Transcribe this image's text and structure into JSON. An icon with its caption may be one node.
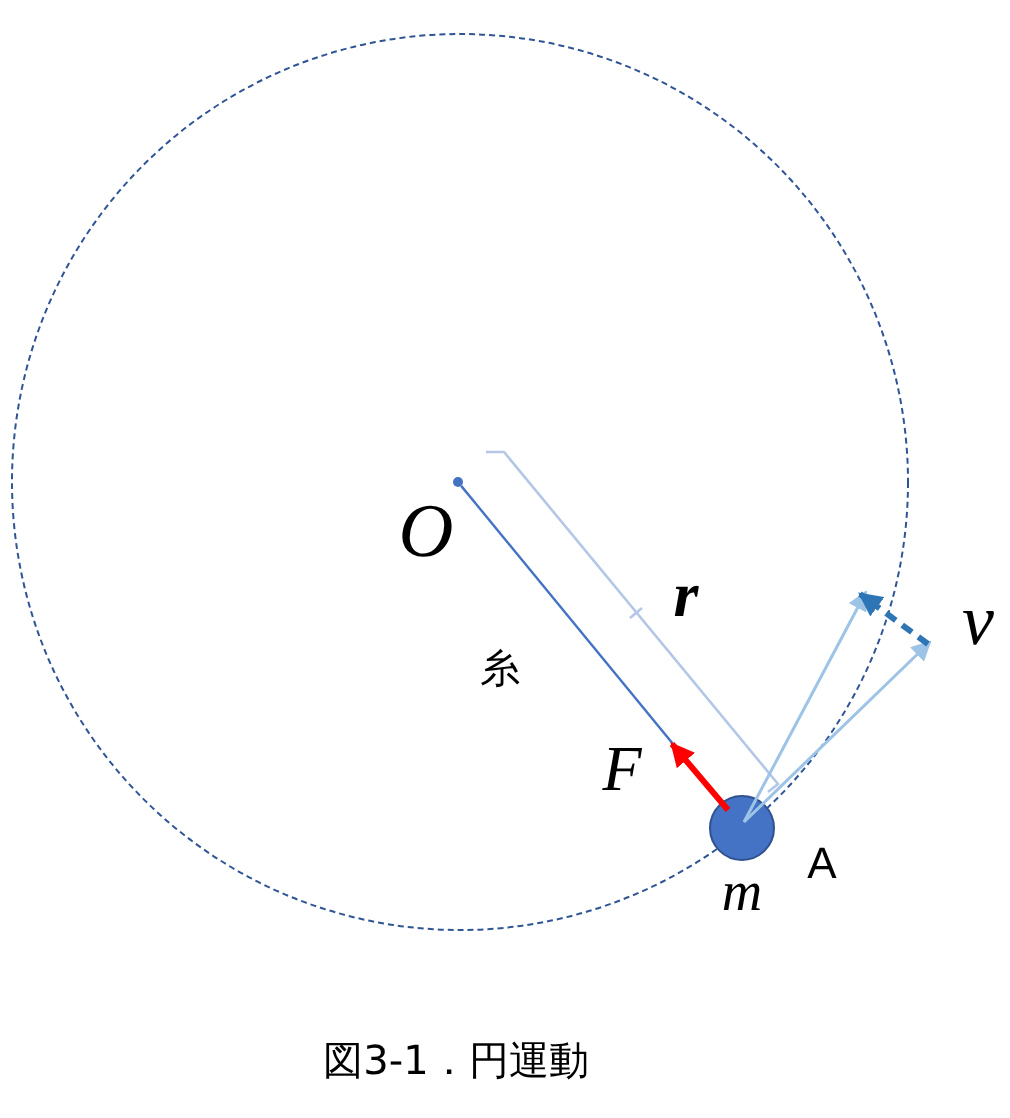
{
  "diagram": {
    "caption": "図3-1．円運動",
    "nodes": [
      {
        "text": [],
        "shape": "circle",
        "beside": [
          "O"
        ]
      },
      {
        "text": [],
        "shape": "circle",
        "beside": [
          "m",
          "A"
        ]
      }
    ],
    "edges": [
      {
        "from": 0,
        "to": 1,
        "arrow": "none",
        "label": "糸"
      }
    ],
    "labels": [
      "r",
      "F",
      "v"
    ]
  }
}
